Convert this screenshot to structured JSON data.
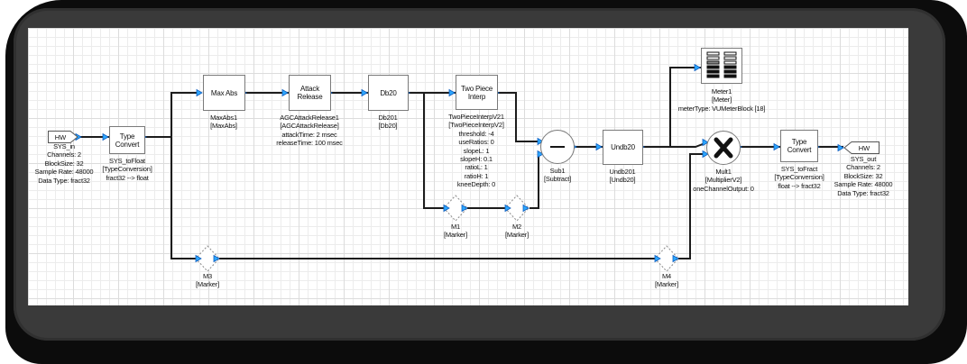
{
  "app": {
    "canvas_name": "signal-flow-design-canvas",
    "colors": {
      "wire": "#1c1c1c",
      "port_fill": "#2da8ff",
      "port_stroke": "#0f5fc0",
      "block_border": "#7a7a7a",
      "window_frame": "#3a3a3a",
      "window_shadow": "#0c0c0c",
      "grid_minor": "#ececec",
      "grid_major": "#dcdcdc"
    }
  },
  "blocks": {
    "sys_in": {
      "shape_label": "HW",
      "caption": [
        "SYS_in",
        "Channels: 2",
        "BlockSize: 32",
        "Sample Rate: 48000",
        "Data Type: fract32"
      ]
    },
    "sys_tofloat": {
      "shape_label": [
        "Type",
        "Convert"
      ],
      "caption": [
        "SYS_toFloat",
        "[TypeConversion]",
        "fract32 --> float"
      ]
    },
    "maxabs1": {
      "shape_label": "Max Abs",
      "caption": [
        "MaxAbs1",
        "[MaxAbs]"
      ]
    },
    "agcattackrelease1": {
      "shape_label": [
        "Attack",
        "Release"
      ],
      "caption": [
        "AGCAttackRelease1",
        "[AGCAttackRelease]",
        "attackTime: 2 msec",
        "releaseTime: 100 msec"
      ]
    },
    "db201": {
      "shape_label": "Db20",
      "caption": [
        "Db201",
        "[Db20]"
      ]
    },
    "twopieceinterp": {
      "shape_label": [
        "Two Piece",
        "Interp"
      ],
      "caption": [
        "TwoPieceInterpV21",
        "[TwoPieceInterpV2]",
        "threshold: -4",
        "useRatios: 0",
        "slopeL: 1",
        "slopeH: 0.1",
        "ratioL: 1",
        "ratioH: 1",
        "kneeDepth: 0"
      ]
    },
    "sub1": {
      "caption": [
        "Sub1",
        "[Subtract]"
      ]
    },
    "undb201": {
      "shape_label": "Undb20",
      "caption": [
        "Undb201",
        "[Undb20]"
      ]
    },
    "meter1": {
      "caption": [
        "Meter1",
        "[Meter]",
        "meterType: VUMeterBlock [18]"
      ]
    },
    "mult1": {
      "caption": [
        "Mult1",
        "[MultiplierV2]",
        "oneChannelOutput: 0"
      ]
    },
    "sys_tofract": {
      "shape_label": [
        "Type",
        "Convert"
      ],
      "caption": [
        "SYS_toFract",
        "[TypeConversion]",
        "float --> fract32"
      ]
    },
    "sys_out": {
      "shape_label": "HW",
      "caption": [
        "SYS_out",
        "Channels: 2",
        "BlockSize: 32",
        "Sample Rate: 48000",
        "Data Type: fract32"
      ]
    },
    "m1": {
      "caption": [
        "M1",
        "[Marker]"
      ]
    },
    "m2": {
      "caption": [
        "M2",
        "[Marker]"
      ]
    },
    "m3": {
      "caption": [
        "M3",
        "[Marker]"
      ]
    },
    "m4": {
      "caption": [
        "M4",
        "[Marker]"
      ]
    }
  }
}
